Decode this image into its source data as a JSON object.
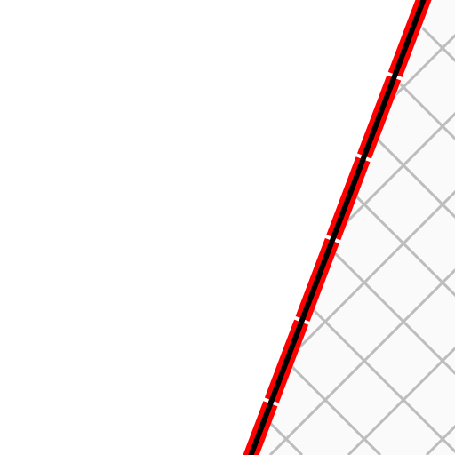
{
  "map": {
    "colors": {
      "background": "#ffffff",
      "hatch_fill": "#fafafa",
      "hatch_lines": "#bdbdbd",
      "road_casing": "#ff0000",
      "road_center": "#000000",
      "road_gap": "#ffffff"
    },
    "features": [
      {
        "kind": "diagonal-crosshatch-area",
        "side": "right"
      },
      {
        "kind": "road-red-casing-black-center",
        "dashed_casing": true
      }
    ]
  }
}
